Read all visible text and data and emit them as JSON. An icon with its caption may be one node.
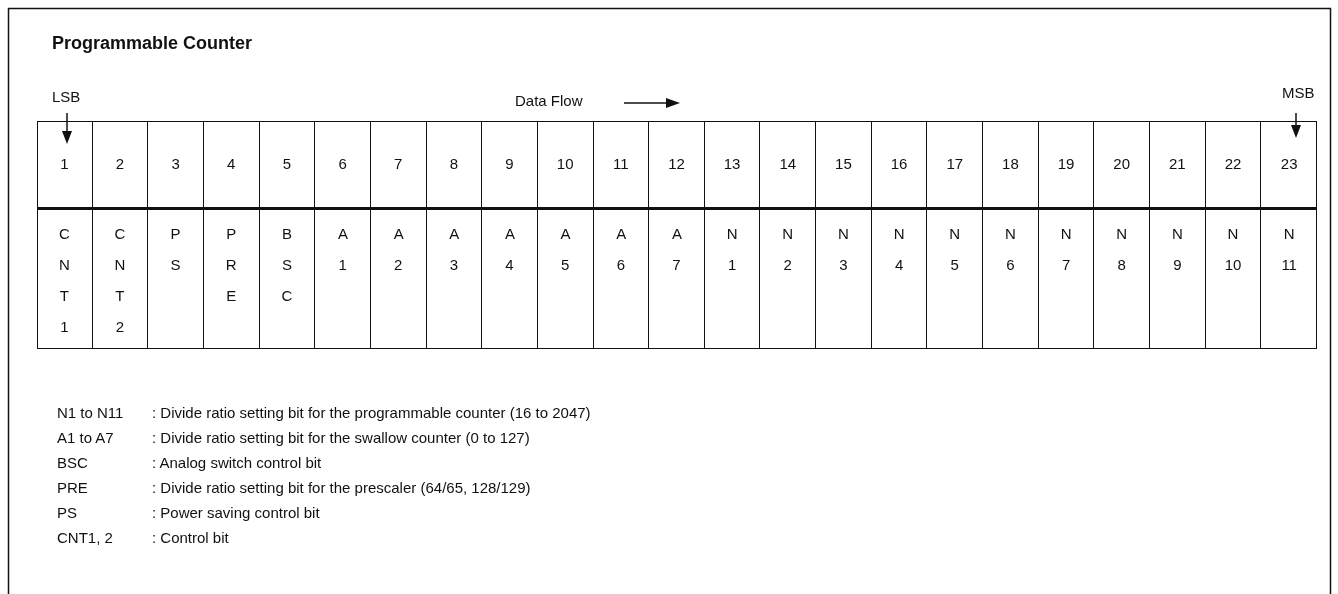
{
  "diagram": {
    "title": "Programmable Counter",
    "labels": [
      "LSB",
      "Data Flow",
      "MSB",
      "1",
      "2",
      "3",
      "4",
      "5",
      "6",
      "7",
      "8",
      "9",
      "10",
      "11",
      "12",
      "13",
      "14",
      "15",
      "16",
      "17",
      "18",
      "19",
      "20",
      "21",
      "22",
      "23",
      "C N T 1",
      "C N T 2",
      "P S",
      "P R E",
      "B S C",
      "A 1",
      "A 2",
      "A 3",
      "A 4",
      "A 5",
      "A 6",
      "A 7",
      "N 1",
      "N 2",
      "N 3",
      "N 4",
      "N 5",
      "N 6",
      "N 7",
      "N 8",
      "N 9",
      "N 10",
      "N 11",
      "N1 to N11",
      ": Divide ratio setting bit for the programmable counter (16 to 2047)",
      "A1 to A7",
      ": Divide ratio setting bit for the swallow counter (0 to 127)",
      "BSC",
      ": Analog switch control bit",
      "PRE",
      ": Divide ratio setting bit for the prescaler (64/65, 128/129)",
      "PS",
      ": Power saving control bit",
      "CNT1, 2",
      ": Control bit"
    ]
  }
}
